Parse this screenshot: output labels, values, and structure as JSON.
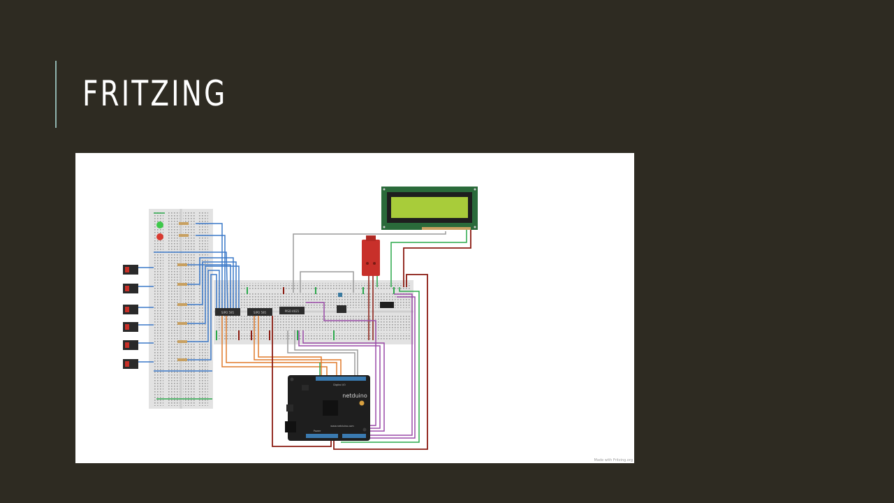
{
  "slide": {
    "title": "FRITZING"
  },
  "diagram": {
    "ic_labels": [
      "SIPO 595",
      "SIPO 595",
      "PISO 4021"
    ],
    "board_brand": "netduino",
    "board_header_label": "Digital I/O",
    "board_power_label": "Power",
    "board_url": "www.netduino.com",
    "watermark": "Made with  Fritzing.org"
  },
  "colors": {
    "background": "#2e2b22",
    "accent": "#8fb3ae",
    "title": "#ffffff",
    "wire_blue": "#3a78c8",
    "wire_orange": "#e07a2a",
    "wire_purple": "#9a4aa8",
    "wire_green": "#2aa84a",
    "wire_darkred": "#8a1a10",
    "wire_gray": "#9a9a9a",
    "lcd_screen": "#a8cc3a"
  }
}
